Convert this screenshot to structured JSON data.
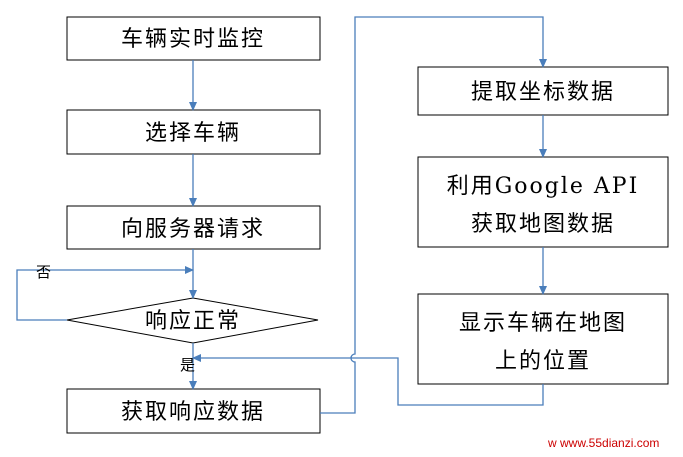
{
  "diagram": {
    "boxes": {
      "vehicle_monitor": "车辆实时监控",
      "select_vehicle": "选择车辆",
      "request_server": "向服务器请求",
      "response_normal": "响应正常",
      "get_response_data": "获取响应数据",
      "extract_coords": "提取坐标数据",
      "google_api_line1": "利用Google API",
      "google_api_line2": "获取地图数据",
      "show_vehicle_line1": "显示车辆在地图",
      "show_vehicle_line2": "上的位置"
    },
    "edge_labels": {
      "no": "否",
      "yes": "是"
    },
    "watermark": "w www.55dianzi.com"
  },
  "colors": {
    "connector": "#4a7ebb",
    "box_border": "#000000",
    "watermark": "#cc0000"
  }
}
